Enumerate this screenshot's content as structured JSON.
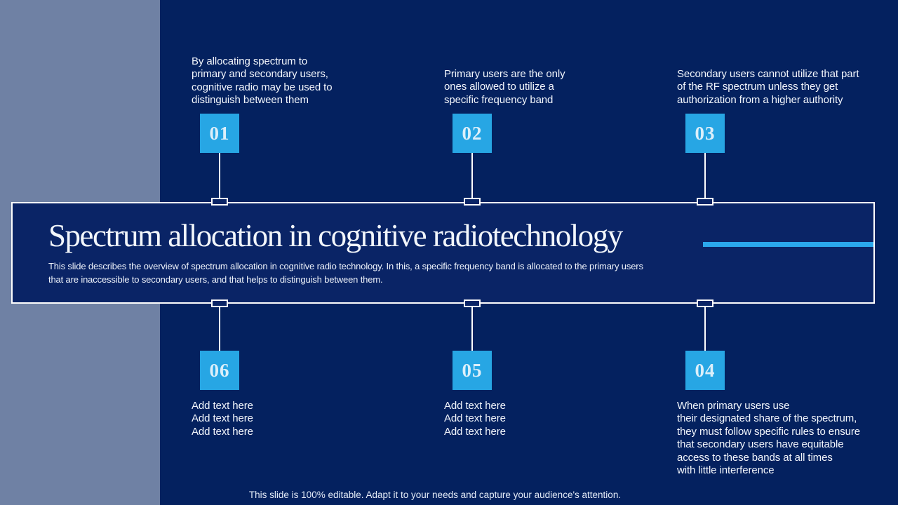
{
  "slide": {
    "title": "Spectrum allocation in cognitive radiotechnology",
    "description": "This slide describes the overview of spectrum allocation in cognitive radio technology. In this, a specific frequency band is allocated to the primary users\nthat are inaccessible to secondary users, and that helps to distinguish between them.",
    "footer": "This slide is 100% editable. Adapt it to your needs and capture your audience's attention."
  },
  "colors": {
    "background": "#04215F",
    "sidebar": "#6F81A4",
    "panel_fill": "#0A2466",
    "accent_cyan": "#27A6E4",
    "border_white": "#FDFDFD"
  },
  "steps_top": [
    {
      "number": "01",
      "text": "By allocating spectrum to\nprimary and secondary users,\ncognitive radio may be used to\ndistinguish between them"
    },
    {
      "number": "02",
      "text": "Primary users are the only\nones allowed to utilize a\nspecific frequency band"
    },
    {
      "number": "03",
      "text": "Secondary users cannot utilize that part\nof the RF spectrum unless they get\nauthorization from a higher authority"
    }
  ],
  "steps_bottom": [
    {
      "number": "06",
      "text": "Add text here\nAdd text here\nAdd text here"
    },
    {
      "number": "05",
      "text": "Add text here\nAdd text here\nAdd text here"
    },
    {
      "number": "04",
      "text": "When primary users use\ntheir designated share of the spectrum,\nthey must follow specific rules to ensure\nthat secondary users have equitable\naccess to these bands at all times\nwith little interference"
    }
  ]
}
